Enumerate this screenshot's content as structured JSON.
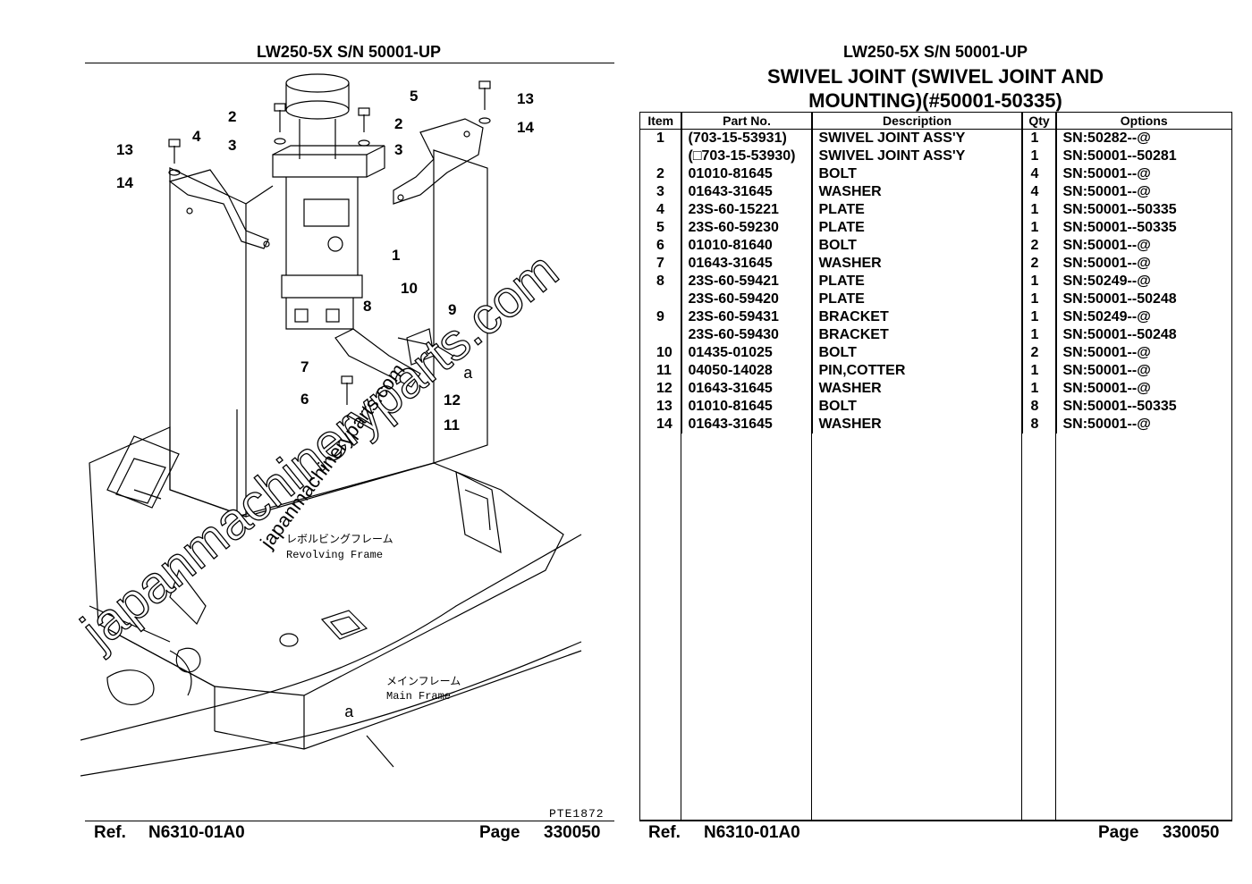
{
  "left_page": {
    "header": "LW250-5X S/N 50001-UP",
    "diagram_code": "PTE1872",
    "labels": {
      "revolving_frame_jp": "レボルビングフレーム",
      "revolving_frame_en": "Revolving Frame",
      "main_frame_jp": "メインフレーム",
      "main_frame_en": "Main Frame",
      "view_a": "a"
    },
    "callouts": [
      "1",
      "2",
      "2",
      "3",
      "3",
      "4",
      "5",
      "6",
      "7",
      "8",
      "9",
      "10",
      "11",
      "12",
      "13",
      "13",
      "14",
      "14"
    ],
    "footer": {
      "ref_label": "Ref.",
      "ref_value": "N6310-01A0",
      "page_label": "Page",
      "page_value": "330050"
    }
  },
  "right_page": {
    "header": "LW250-5X S/N 50001-UP",
    "title_line1": "SWIVEL JOINT (SWIVEL JOINT AND",
    "title_line2": "MOUNTING)(#50001-50335)",
    "columns": [
      "Item",
      "Part No.",
      "Description",
      "Qty",
      "Options"
    ],
    "rows": [
      {
        "item": "1",
        "part": "(703-15-53931)",
        "desc": "SWIVEL JOINT ASS'Y",
        "qty": "1",
        "opt": "SN:50282--@"
      },
      {
        "item": "",
        "part": "(□703-15-53930)",
        "desc": "SWIVEL JOINT ASS'Y",
        "qty": "1",
        "opt": "SN:50001--50281"
      },
      {
        "item": "2",
        "part": "01010-81645",
        "desc": "BOLT",
        "qty": "4",
        "opt": "SN:50001--@"
      },
      {
        "item": "3",
        "part": "01643-31645",
        "desc": "WASHER",
        "qty": "4",
        "opt": "SN:50001--@"
      },
      {
        "item": "4",
        "part": "23S-60-15221",
        "desc": "PLATE",
        "qty": "1",
        "opt": "SN:50001--50335"
      },
      {
        "item": "5",
        "part": "23S-60-59230",
        "desc": "PLATE",
        "qty": "1",
        "opt": "SN:50001--50335"
      },
      {
        "item": "6",
        "part": "01010-81640",
        "desc": "BOLT",
        "qty": "2",
        "opt": "SN:50001--@"
      },
      {
        "item": "7",
        "part": "01643-31645",
        "desc": "WASHER",
        "qty": "2",
        "opt": "SN:50001--@"
      },
      {
        "item": "8",
        "part": "23S-60-59421",
        "desc": "PLATE",
        "qty": "1",
        "opt": "SN:50249--@"
      },
      {
        "item": "",
        "part": "23S-60-59420",
        "desc": "PLATE",
        "qty": "1",
        "opt": "SN:50001--50248"
      },
      {
        "item": "9",
        "part": "23S-60-59431",
        "desc": "BRACKET",
        "qty": "1",
        "opt": "SN:50249--@"
      },
      {
        "item": "",
        "part": "23S-60-59430",
        "desc": "BRACKET",
        "qty": "1",
        "opt": "SN:50001--50248"
      },
      {
        "item": "10",
        "part": "01435-01025",
        "desc": "BOLT",
        "qty": "2",
        "opt": "SN:50001--@"
      },
      {
        "item": "11",
        "part": "04050-14028",
        "desc": "PIN,COTTER",
        "qty": "1",
        "opt": "SN:50001--@"
      },
      {
        "item": "12",
        "part": "01643-31645",
        "desc": "WASHER",
        "qty": "1",
        "opt": "SN:50001--@"
      },
      {
        "item": "13",
        "part": "01010-81645",
        "desc": "BOLT",
        "qty": "8",
        "opt": "SN:50001--50335"
      },
      {
        "item": "14",
        "part": "01643-31645",
        "desc": "WASHER",
        "qty": "8",
        "opt": "SN:50001--@"
      }
    ],
    "footer": {
      "ref_label": "Ref.",
      "ref_value": "N6310-01A0",
      "page_label": "Page",
      "page_value": "330050"
    }
  },
  "watermark": "japanmachineryparts.com"
}
